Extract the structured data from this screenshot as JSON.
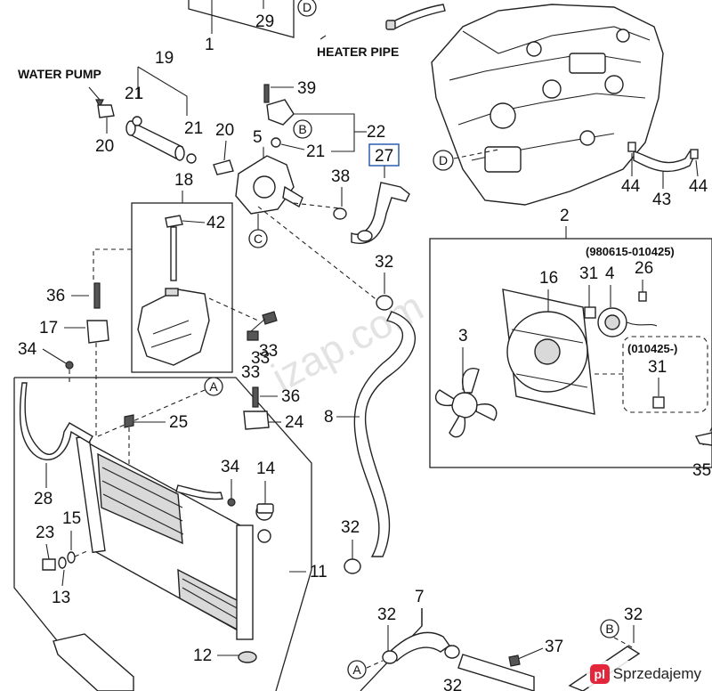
{
  "labels": {
    "water_pump": "WATER PUMP",
    "heater_pipe": "HEATER PIPE",
    "range_1": "(980615-010425)",
    "range_2": "(010425-)"
  },
  "refs": {
    "A": "A",
    "B": "B",
    "C": "C",
    "D": "D"
  },
  "parts": {
    "p1": "1",
    "p2": "2",
    "p3": "3",
    "p4": "4",
    "p5": "5",
    "p7": "7",
    "p8": "8",
    "p11": "11",
    "p12": "12",
    "p13": "13",
    "p14": "14",
    "p15": "15",
    "p16": "16",
    "p17": "17",
    "p18": "18",
    "p19": "19",
    "p20": "20",
    "p21": "21",
    "p22": "22",
    "p23": "23",
    "p24": "24",
    "p25": "25",
    "p26": "26",
    "p27": "27",
    "p28": "28",
    "p29": "29",
    "p31": "31",
    "p32": "32",
    "p33": "33",
    "p34": "34",
    "p35": "35",
    "p36": "36",
    "p37": "37",
    "p38": "38",
    "p39": "39",
    "p42": "42",
    "p43": "43",
    "p44": "44"
  },
  "watermark": "izap.com",
  "badge": {
    "icon": "pl",
    "text": "Sprzedajemy"
  }
}
